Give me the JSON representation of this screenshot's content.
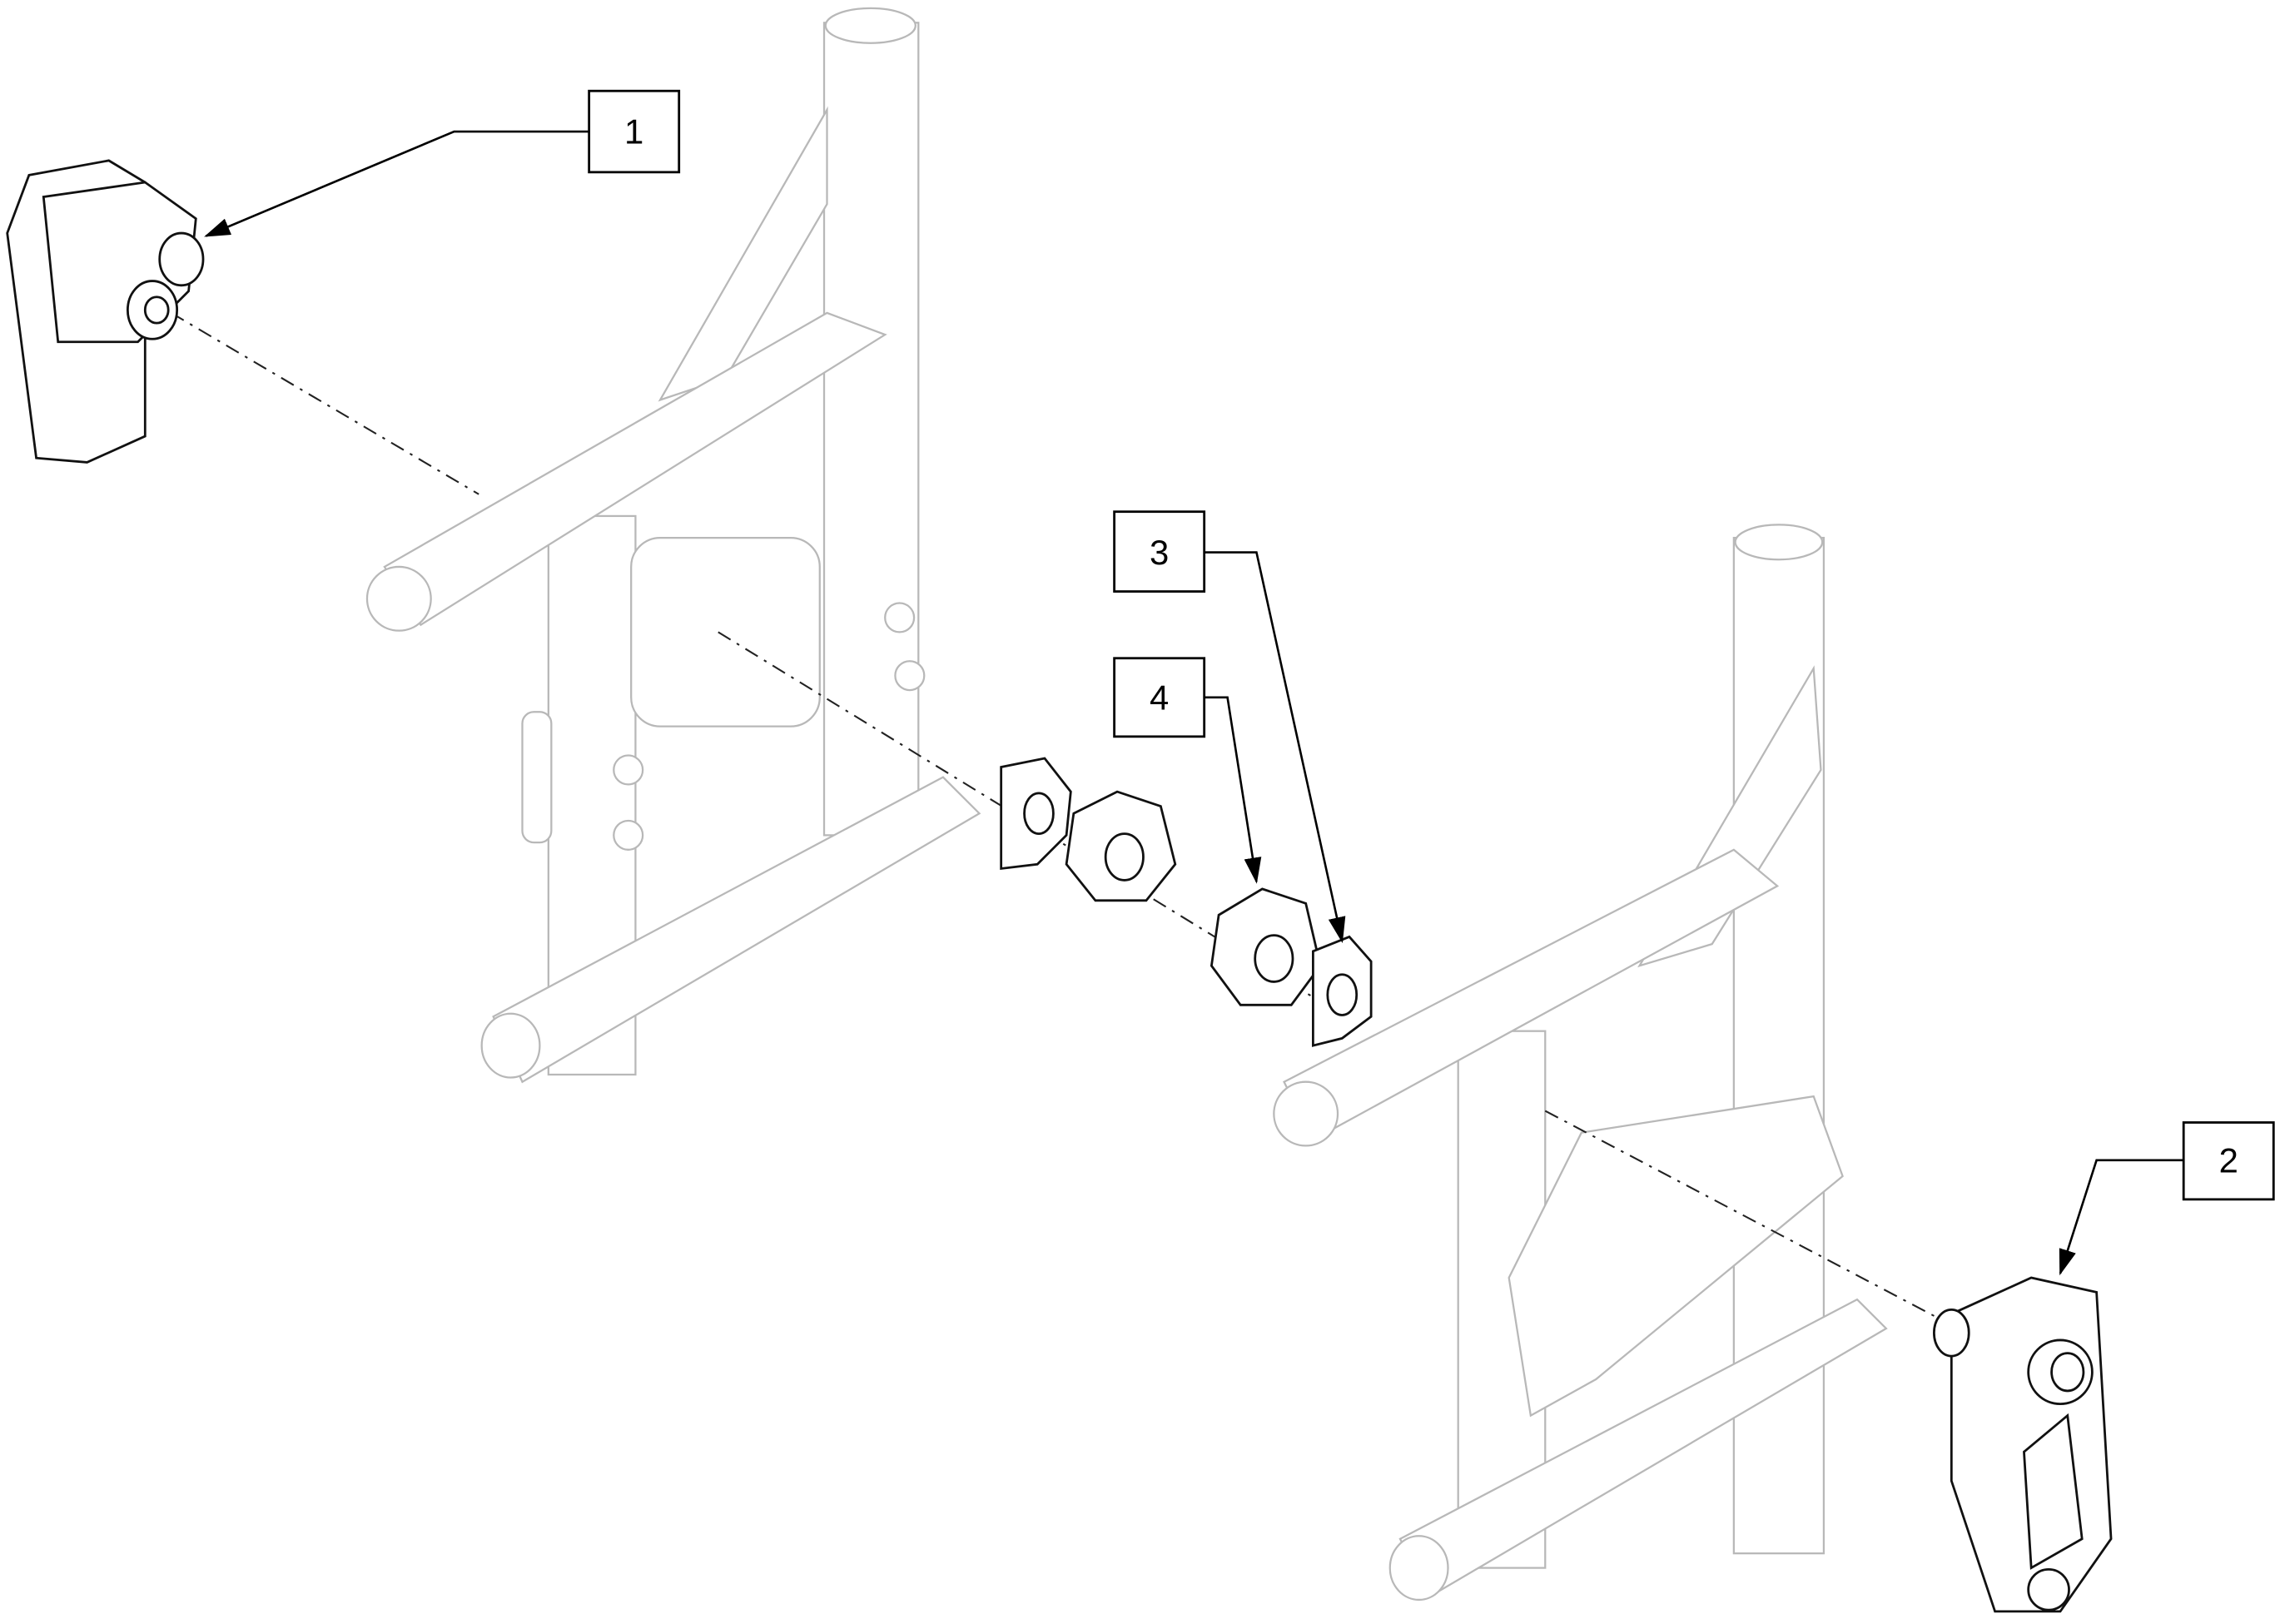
{
  "diagram": {
    "callouts": [
      {
        "label": "1"
      },
      {
        "label": "2"
      },
      {
        "label": "3"
      },
      {
        "label": "4"
      }
    ],
    "colors": {
      "line": "#000000",
      "frame": "#b8b8b8"
    }
  }
}
